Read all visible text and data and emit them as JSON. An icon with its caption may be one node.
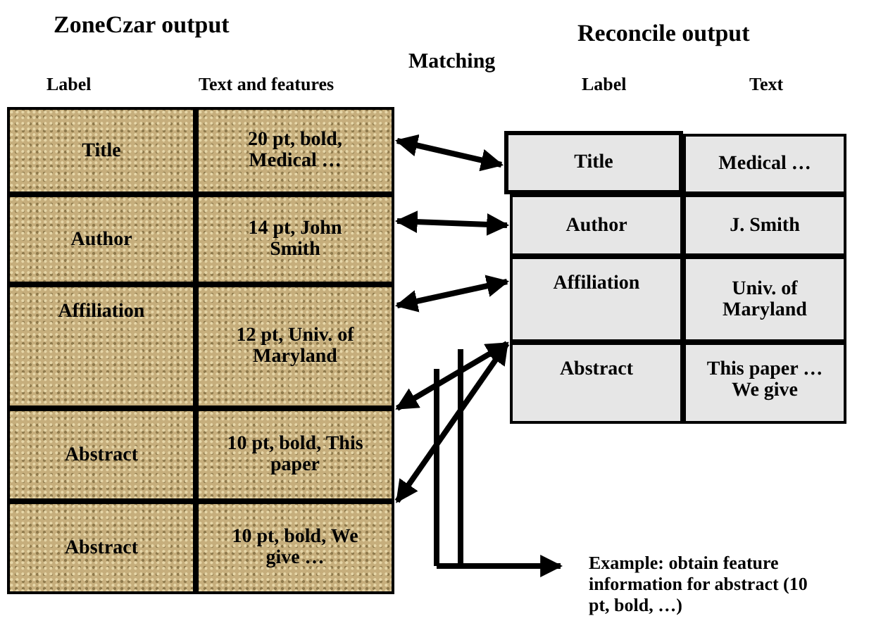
{
  "diagram": {
    "nodes": [
      {
        "text": [
          "Title"
        ]
      },
      {
        "text": [
          "20 pt, bold, Medical …"
        ]
      },
      {
        "text": [
          "Author"
        ]
      },
      {
        "text": [
          "14 pt, John Smith"
        ]
      },
      {
        "text": [
          "Affiliation"
        ]
      },
      {
        "text": [
          "12 pt, Univ. of Maryland"
        ]
      },
      {
        "text": [
          "Abstract"
        ]
      },
      {
        "text": [
          "10 pt, bold, This paper"
        ]
      },
      {
        "text": [
          "Abstract"
        ]
      },
      {
        "text": [
          "10 pt, bold, We give …"
        ]
      },
      {
        "text": [
          "Title"
        ]
      },
      {
        "text": [
          "Medical …"
        ]
      },
      {
        "text": [
          "Author"
        ]
      },
      {
        "text": [
          "J. Smith"
        ]
      },
      {
        "text": [
          "Affiliation"
        ]
      },
      {
        "text": [
          "Univ. of Maryland"
        ]
      },
      {
        "text": [
          "Abstract"
        ]
      },
      {
        "text": [
          "This paper … We give"
        ]
      },
      {
        "text": [
          "Example: obtain feature information for abstract (10 pt, bold, …)"
        ]
      }
    ],
    "edges": [
      {
        "from": 1,
        "to": 10,
        "arrow": "both"
      },
      {
        "from": 3,
        "to": 12,
        "arrow": "both"
      },
      {
        "from": 5,
        "to": 14,
        "arrow": "both"
      },
      {
        "from": 16,
        "to": 7,
        "arrow": "both"
      },
      {
        "from": 16,
        "to": 9,
        "arrow": "both"
      },
      {
        "from": null,
        "to": 18,
        "arrow": "to"
      }
    ],
    "labels": [
      "ZoneCzar output",
      "Label",
      "Text and features",
      "Matching",
      "Reconcile output",
      "Label",
      "Text"
    ]
  }
}
